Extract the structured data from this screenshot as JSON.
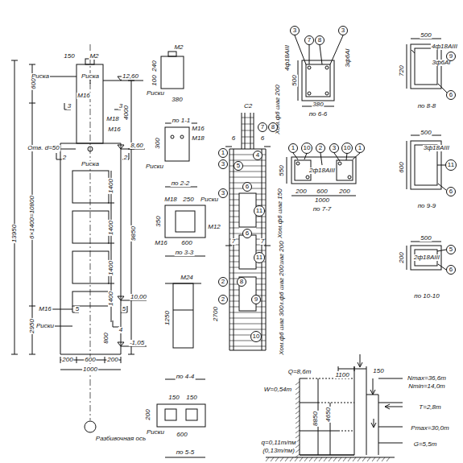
{
  "diagram": {
    "nodes": [
      {
        "text": [
          "1"
        ]
      },
      {
        "text": [
          "3"
        ]
      },
      {
        "text": [
          "3"
        ]
      },
      {
        "text": [
          "4"
        ]
      },
      {
        "text": [
          "5"
        ]
      },
      {
        "text": [
          "6"
        ]
      },
      {
        "text": [
          "11"
        ]
      },
      {
        "text": [
          "6"
        ]
      },
      {
        "text": [
          "11"
        ]
      },
      {
        "text": [
          "2"
        ]
      },
      {
        "text": [
          "8"
        ]
      },
      {
        "text": [
          "2"
        ]
      },
      {
        "text": [
          "9"
        ]
      },
      {
        "text": [
          "10"
        ]
      },
      {
        "text": [
          "7"
        ]
      },
      {
        "text": [
          "8"
        ]
      },
      {
        "text": [
          "3"
        ]
      },
      {
        "text": [
          "7"
        ]
      },
      {
        "text": [
          "8"
        ]
      },
      {
        "text": [
          "3"
        ]
      },
      {
        "text": [
          "1"
        ]
      },
      {
        "text": [
          "10"
        ]
      },
      {
        "text": [
          "2"
        ]
      },
      {
        "text": [
          "3"
        ]
      },
      {
        "text": [
          "10"
        ]
      },
      {
        "text": [
          "1"
        ]
      },
      {
        "text": [
          "9"
        ]
      },
      {
        "text": [
          "6"
        ]
      },
      {
        "text": [
          "11"
        ]
      },
      {
        "text": [
          "6"
        ]
      },
      {
        "text": [
          "5"
        ]
      },
      {
        "text": [
          "6"
        ]
      }
    ],
    "labels": [
      "Риска",
      "150",
      "М2",
      "Риска",
      "12,60",
      "600",
      "М16",
      "3",
      "3",
      "4000",
      "М18",
      "М16",
      "Отв. d=50",
      "2",
      "2",
      "8,60",
      "Риска",
      "6×1400=10800",
      "13950",
      "1400",
      "1400",
      "1400",
      "9850",
      "1400",
      "М16",
      "5",
      "5",
      "10,00",
      "Риски",
      "2950",
      "800",
      "4",
      "-1,05",
      "200",
      "600",
      "200",
      "1000",
      "Разбивочная ось",
      "М2",
      "240",
      "100",
      "Риски",
      "380",
      "по 1-1",
      "М16",
      "М18",
      "300",
      "Риски",
      "по 2-2",
      "М18",
      "250",
      "Риски",
      "350",
      "М16",
      "М12",
      "600",
      "по 3-3",
      "М24",
      "2700",
      "1250",
      "по 4-4",
      "150",
      "150",
      "200",
      "Риски",
      "600",
      "по 5-5",
      "С2",
      "6",
      "6",
      "Хом.ф6 шаг 200",
      "Хом.ф6 шаг 150",
      "7",
      "7",
      "Хом.ф6 шаг 200",
      "Хом.ф6 шаг 200",
      "Хом.ф6 шаг 300",
      "4ф18АIII",
      "3ф6АI",
      "500",
      "380",
      "по 6-6",
      "550",
      "2ф18АIII",
      "200",
      "600",
      "200",
      "1000",
      "по 7-7",
      "500",
      "4ф18АIII",
      "3ф6АI",
      "720",
      "по 8-8",
      "500",
      "3ф18АIII",
      "600",
      "по 9-9",
      "500",
      "2ф18АIII",
      "200",
      "по 10-10",
      "Q=8,6т",
      "W=0,54т",
      "Nmax=36,6т",
      "Nmin=14,0т",
      "Т=2,8т",
      "Pmax=30,0т",
      "G=5,5т",
      "q=0,11т/пм",
      "(0,13т/пм)",
      "8850",
      "4650",
      "1100",
      "150"
    ]
  }
}
